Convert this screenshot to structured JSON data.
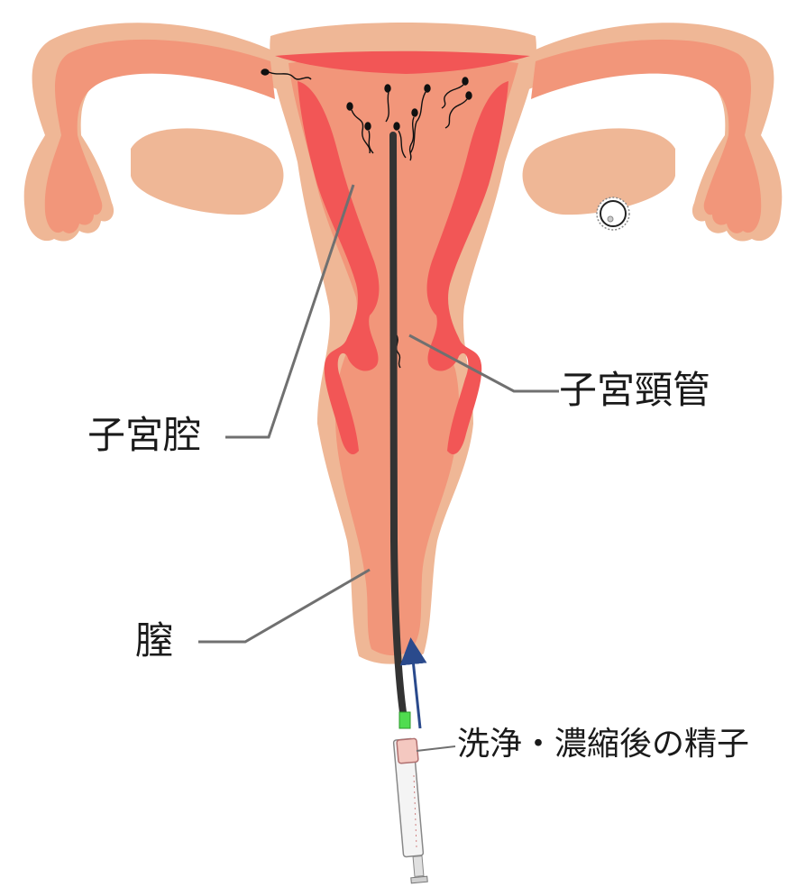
{
  "labels": {
    "uterine_cavity": "子宮腔",
    "cervical_canal": "子宮頸管",
    "vagina": "膣",
    "washed_sperm": "洗浄・濃縮後の精子"
  },
  "colors": {
    "outer_tissue": "#efb796",
    "inner_tissue": "#f2967a",
    "lining": "#f25656",
    "catheter": "#333333",
    "arrow": "#2a4a8c",
    "leader_line": "#707070",
    "connector": "#4fdc4f",
    "syringe_tip": "#f4c8c0"
  }
}
